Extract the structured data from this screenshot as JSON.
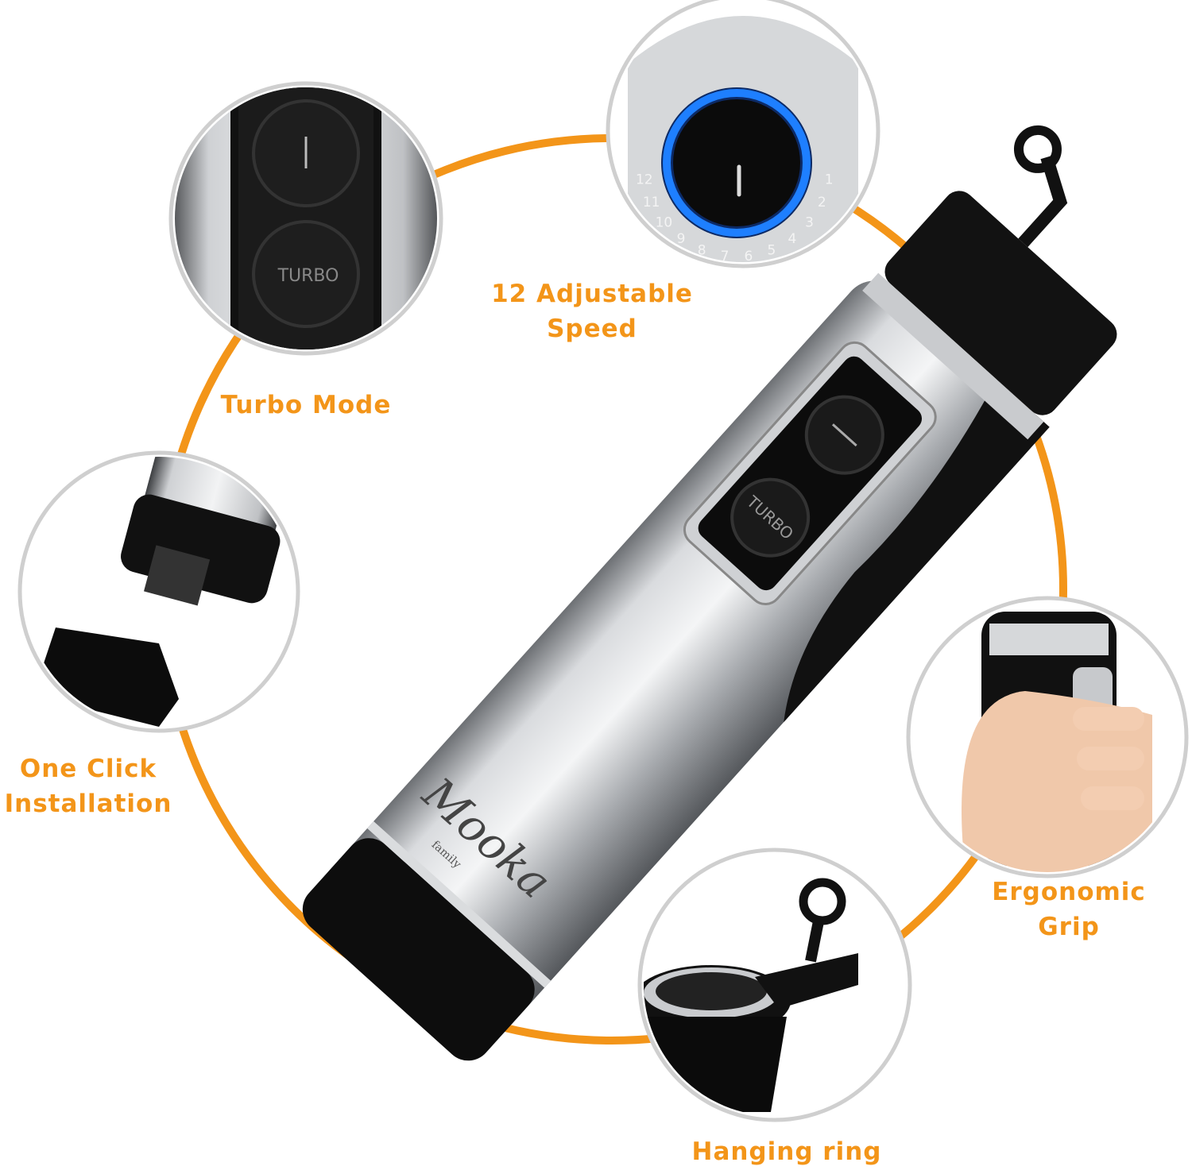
{
  "colors": {
    "accent": "#f39519",
    "ring_border": "#cfcfcf",
    "steel": "#b9bcc0",
    "body_black": "#111111",
    "dial_glow": "#1e7fff"
  },
  "features": [
    {
      "id": "speed",
      "line1": "12 Adjustable",
      "line2": "Speed"
    },
    {
      "id": "turbo",
      "line1": "Turbo Mode",
      "line2": ""
    },
    {
      "id": "install",
      "line1": "One Click",
      "line2": "Installation"
    },
    {
      "id": "grip",
      "line1": "Ergonomic",
      "line2": "Grip"
    },
    {
      "id": "hanging",
      "line1": "Hanging ring",
      "line2": ""
    }
  ],
  "product": {
    "turbo_button": "TURBO",
    "power_button": "|",
    "brand": "Mooka",
    "brand_sub": "family"
  },
  "dial": {
    "numbers": [
      "12",
      "11",
      "10",
      "9",
      "8",
      "7",
      "6",
      "5",
      "4",
      "3",
      "2",
      "1"
    ]
  }
}
